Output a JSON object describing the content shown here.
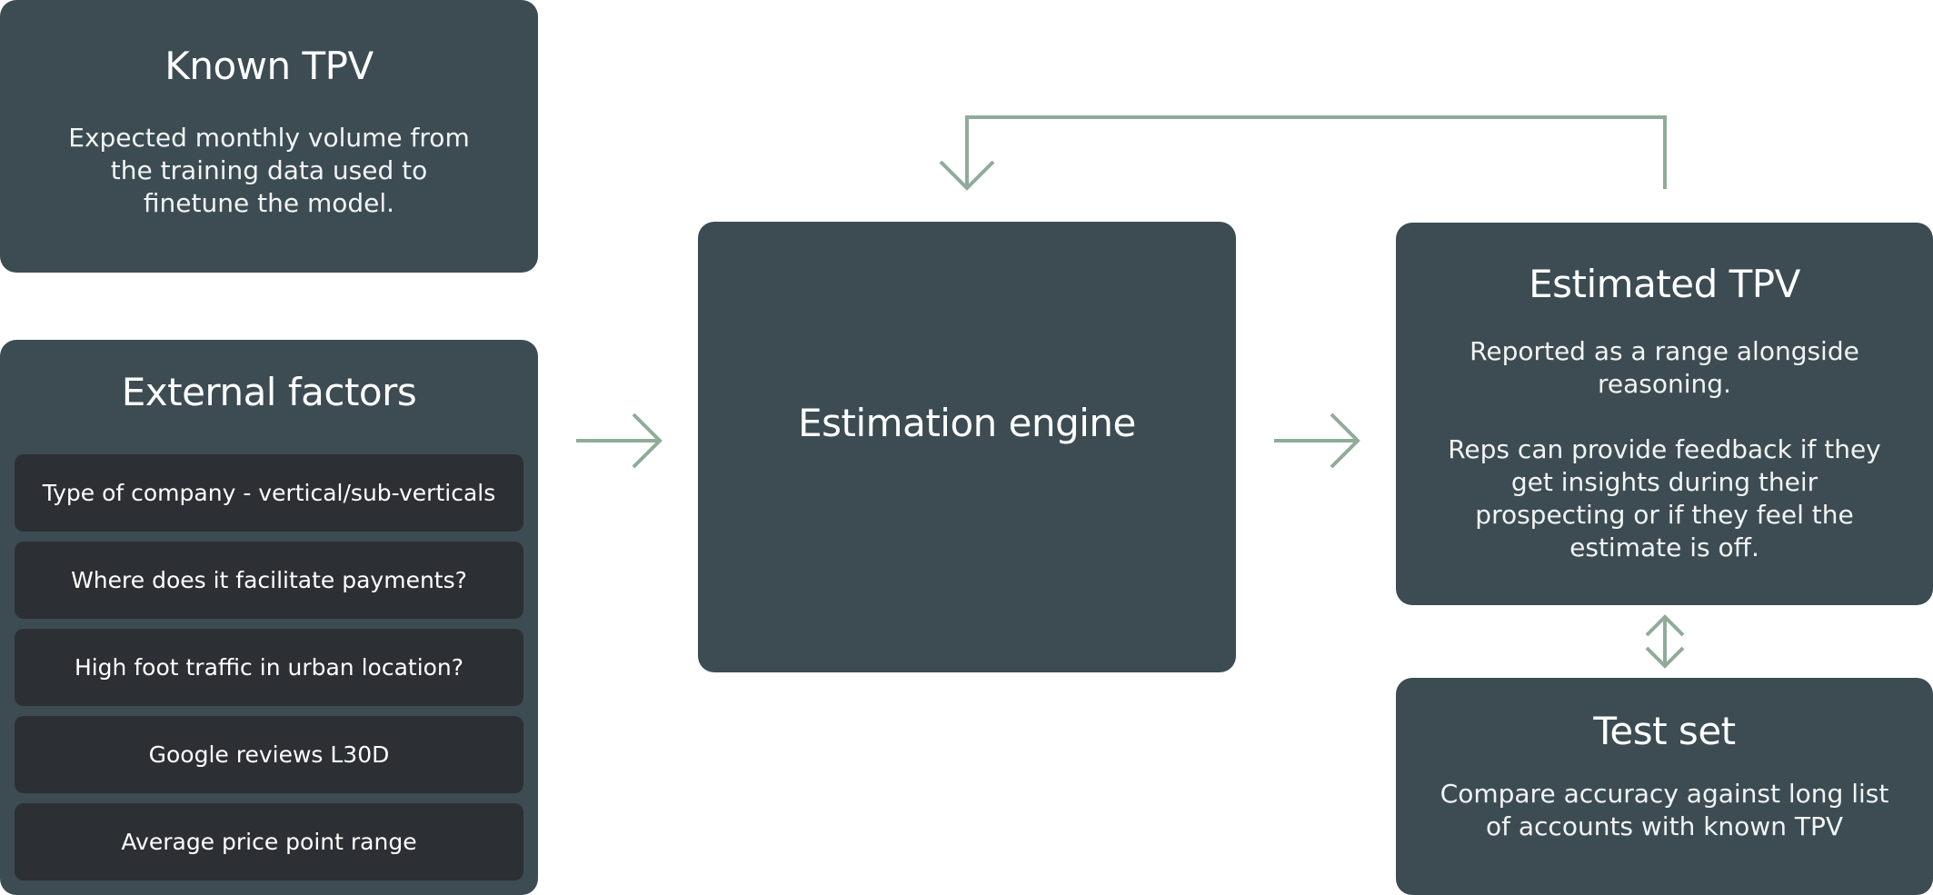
{
  "known_tpv": {
    "title": "Known TPV",
    "description": "Expected monthly volume from the training data used to finetune the model."
  },
  "external_factors": {
    "title": "External factors",
    "items": [
      "Type of company - vertical/sub-verticals",
      "Where does it facilitate payments?",
      "High foot traffic in urban location?",
      "Google reviews L30D",
      "Average price point range"
    ]
  },
  "estimation_engine": {
    "title": "Estimation engine"
  },
  "estimated_tpv": {
    "title": "Estimated TPV",
    "description_1": "Reported as a range alongside reasoning.",
    "description_2": "Reps can provide feedback if they get insights during their prospecting or if they feel the estimate is off."
  },
  "test_set": {
    "title": "Test set",
    "description": "Compare accuracy against long list of accounts with known TPV"
  },
  "colors": {
    "box_fill": "#3c4c52",
    "item_fill": "#2c2f34",
    "connector": "#8fac99",
    "text": "#ffffff"
  }
}
